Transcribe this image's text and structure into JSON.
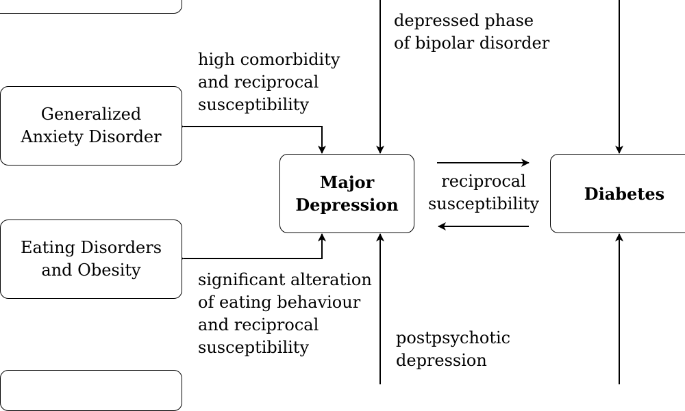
{
  "nodes": {
    "top_box": {
      "lines": []
    },
    "gad": {
      "lines": [
        "Generalized",
        "Anxiety Disorder"
      ]
    },
    "eating": {
      "lines": [
        "Eating Disorders",
        "and Obesity"
      ]
    },
    "bottom_box": {
      "lines": []
    },
    "depression": {
      "lines": [
        "Major",
        "Depression"
      ]
    },
    "diabetes": {
      "lines": [
        "Diabetes"
      ]
    }
  },
  "edge_labels": {
    "bipolar": {
      "lines": [
        "depressed phase",
        "of bipolar disorder"
      ]
    },
    "comorbidity": {
      "lines": [
        "high comorbidity",
        "and reciprocal",
        "susceptibility"
      ]
    },
    "reciprocal": {
      "lines": [
        "reciprocal",
        "susceptibility"
      ]
    },
    "eating_behaviour": {
      "lines": [
        "significant alteration",
        "of eating behaviour",
        "and reciprocal",
        "susceptibility"
      ]
    },
    "postpsychotic": {
      "lines": [
        "postpsychotic",
        "depression"
      ]
    }
  },
  "colors": {
    "line": "#000000",
    "background": "#ffffff"
  }
}
